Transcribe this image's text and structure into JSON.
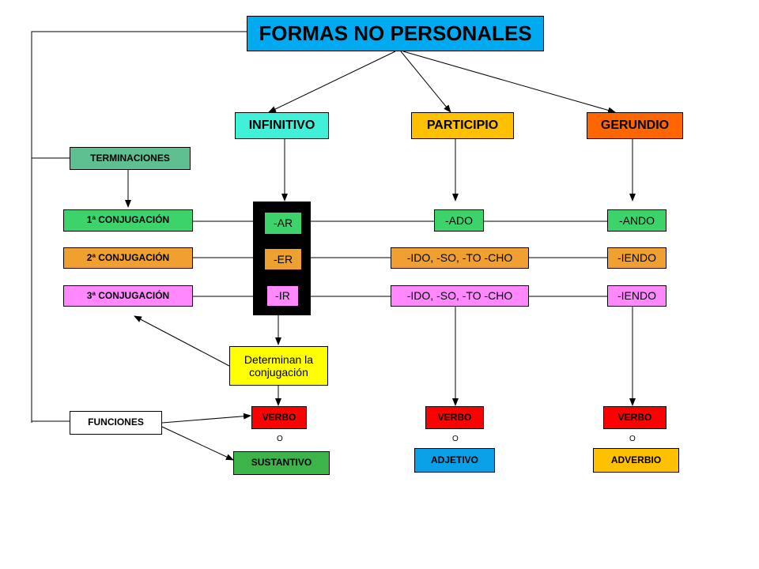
{
  "title": "FORMAS NO PERSONALES",
  "forms": {
    "infinitivo": "INFINITIVO",
    "participio": "PARTICIPIO",
    "gerundio": "GERUNDIO"
  },
  "left": {
    "terminaciones": "TERMINACIONES",
    "conj1": "1ª CONJUGACIÓN",
    "conj2": "2ª CONJUGACIÓN",
    "conj3": "3ª CONJUGACIÓN",
    "funciones": "FUNCIONES"
  },
  "infinitivo_endings": [
    "-AR",
    "-ER",
    "-IR"
  ],
  "participio_endings": [
    "-ADO",
    "-IDO, -SO, -TO -CHO",
    "-IDO, -SO, -TO -CHO"
  ],
  "gerundio_endings": [
    "-ANDO",
    "-IENDO",
    "-IENDO"
  ],
  "determinan": "Determinan la conjugación",
  "functions": {
    "verbo": "VERBO",
    "o": "O",
    "sustantivo": "SUSTANTIVO",
    "adjetivo": "ADJETIVO",
    "adverbio": "ADVERBIO"
  },
  "colors": {
    "title": "#00aaf0",
    "infinitivo": "#40f0d8",
    "participio": "#ffc000",
    "gerundio": "#ff6600",
    "terminaciones": "#5ec090",
    "green": "#3cd46a",
    "orange": "#f0a030",
    "pink": "#ff88ff",
    "yellow": "#ffff00",
    "red": "#ff0000",
    "sustantivo": "#3cb44a",
    "adjetivo": "#0aa0e8",
    "adverbio": "#ffc000"
  }
}
